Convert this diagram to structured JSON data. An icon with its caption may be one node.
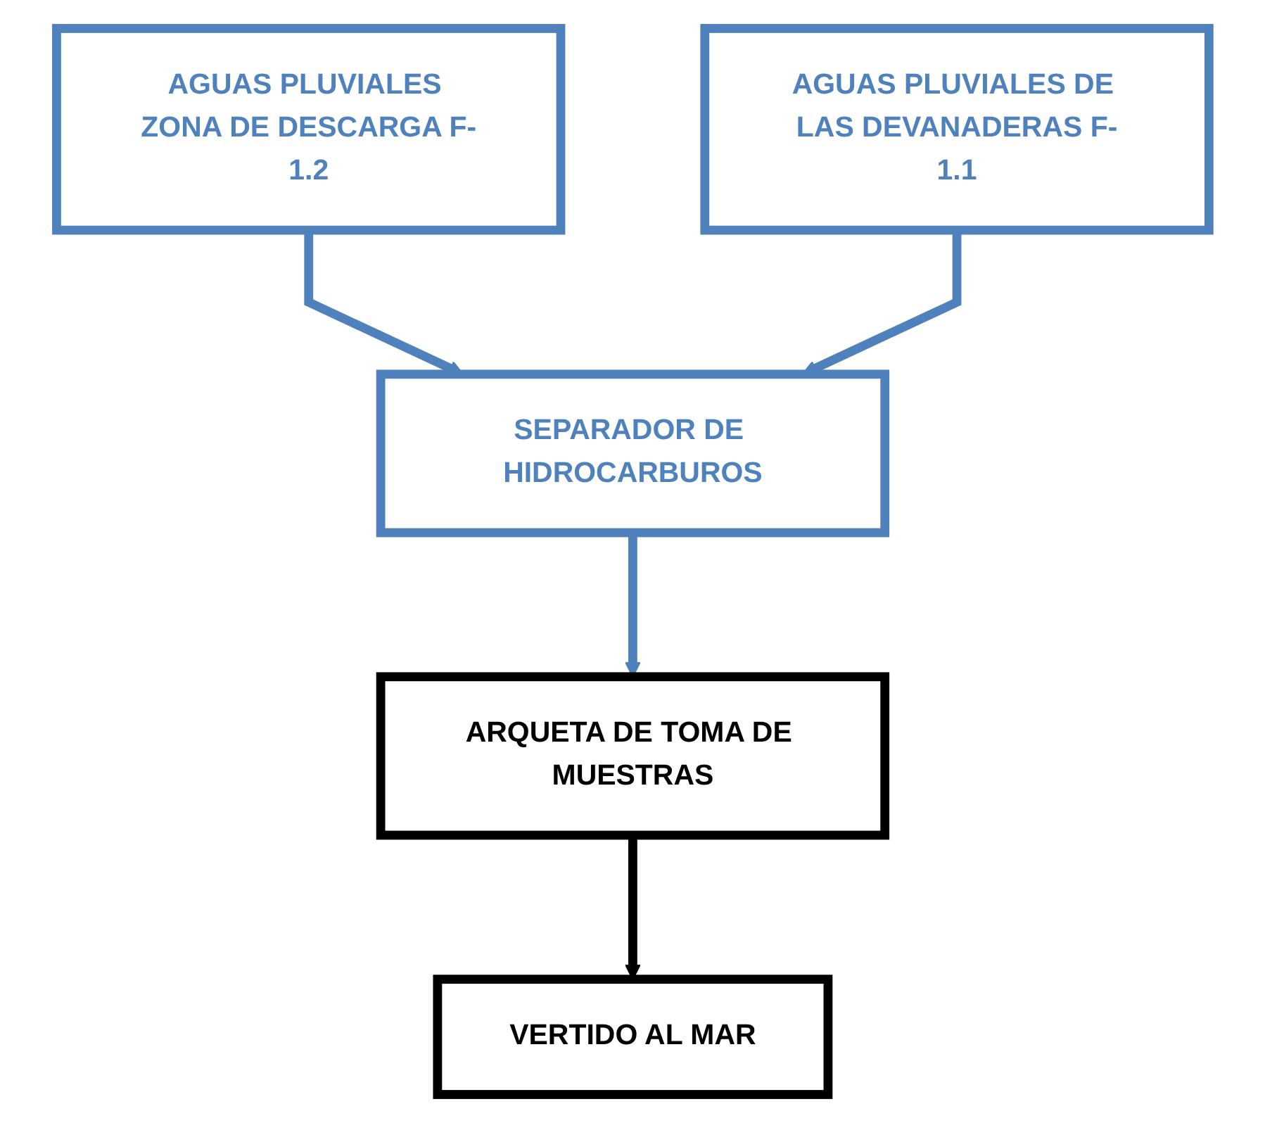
{
  "diagram": {
    "nodes": [
      {
        "text": [
          "AGUAS PLUVIALES ZONA DE DESCARGA F-1.2"
        ]
      },
      {
        "text": [
          "AGUAS PLUVIALES DE LAS DEVANADERAS F-1.1"
        ]
      },
      {
        "text": [
          "SEPARADOR DE HIDROCARBUROS"
        ]
      },
      {
        "text": [
          "ARQUETA DE TOMA DE MUESTRAS"
        ]
      },
      {
        "text": [
          "VERTIDO AL MAR"
        ]
      }
    ],
    "edges": [
      {
        "from": 0,
        "to": 2,
        "arrow": "to"
      },
      {
        "from": 1,
        "to": 2,
        "arrow": "to"
      },
      {
        "from": 2,
        "to": 3,
        "arrow": "to"
      },
      {
        "from": 3,
        "to": 4,
        "arrow": "to",
        "color": "#000000"
      }
    ]
  }
}
